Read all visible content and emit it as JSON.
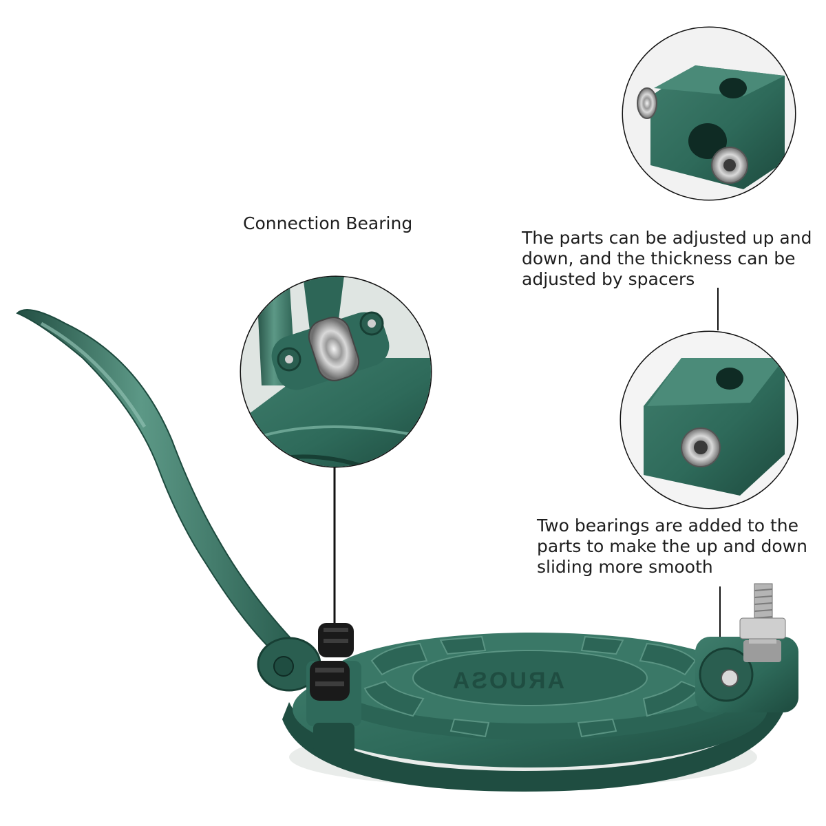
{
  "captions": {
    "connection_bearing": "Connection Bearing",
    "adjust_parts": "The parts can be adjusted up and\ndown, and the thickness can be\nadjusted by spacers",
    "two_bearings": "Two bearings are added to the\nparts to make the up and down\nsliding more smooth"
  },
  "brand_mark": "ARUOSA",
  "colors": {
    "body_green": "#2f6a5b",
    "body_dark": "#1f4d41",
    "highlight": "#5a9483",
    "line": "#111111",
    "background": "#ffffff"
  }
}
